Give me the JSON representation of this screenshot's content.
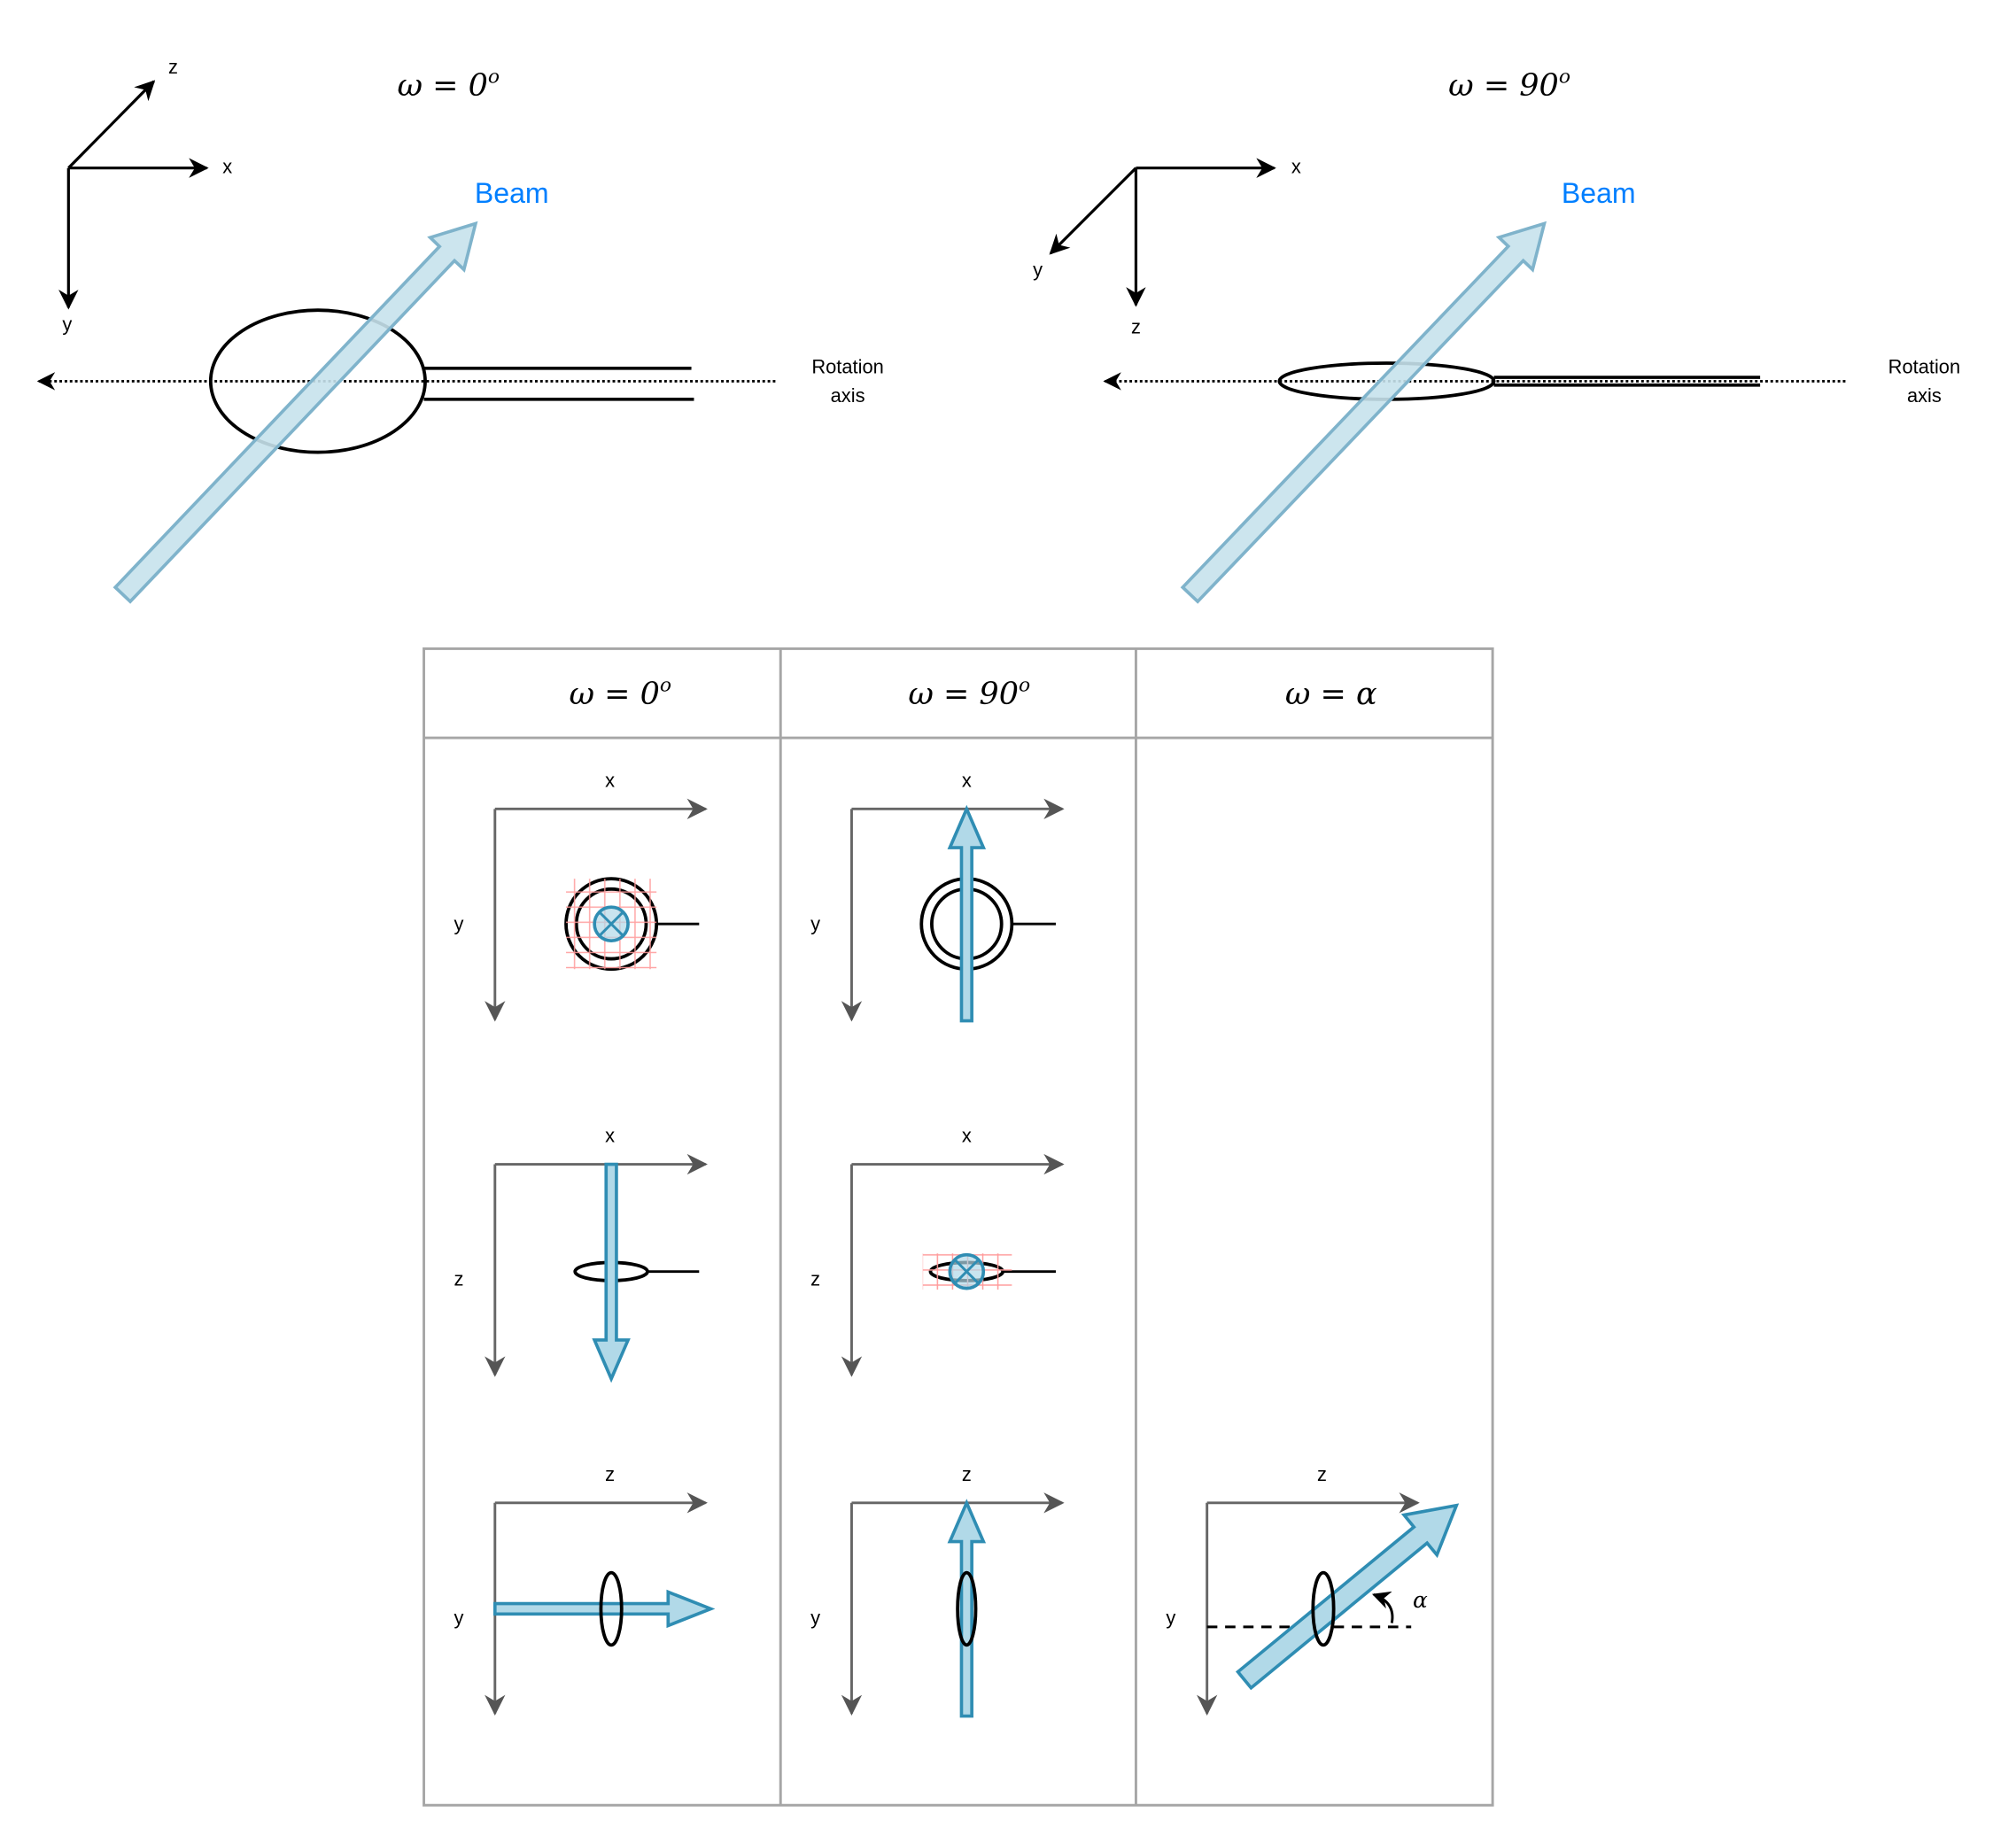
{
  "colors": {
    "beam_fill": "#b1d9e8",
    "beam_stroke": "#2f8db3",
    "beam_fill_light": "#c6e2ec",
    "beam_stroke_light": "#7fb3cb",
    "beam_label": "#007fff",
    "grid": "#ff9a9a",
    "table_border": "#a6a6a6"
  },
  "top_left": {
    "title": {
      "lhs": "ω = 0",
      "sup": "o"
    },
    "axes": {
      "x": "x",
      "y": "y",
      "z": "z"
    },
    "beam_label": "Beam",
    "rotation_axis": [
      "Rotation",
      "axis"
    ]
  },
  "top_right": {
    "title": {
      "lhs": "ω = 90",
      "sup": "o"
    },
    "axes": {
      "x": "x",
      "y": "y",
      "z": "z"
    },
    "beam_label": "Beam",
    "rotation_axis": [
      "Rotation",
      "axis"
    ]
  },
  "table": {
    "headers": [
      {
        "lhs": "ω = 0",
        "sup": "o"
      },
      {
        "lhs": "ω = 90",
        "sup": "o"
      },
      {
        "lhs": "ω = α",
        "sup": ""
      }
    ],
    "cells": {
      "c1r1": {
        "h": "x",
        "v": "y"
      },
      "c1r2": {
        "h": "x",
        "v": "z"
      },
      "c1r3": {
        "h": "z",
        "v": "y"
      },
      "c2r1": {
        "h": "x",
        "v": "y"
      },
      "c2r2": {
        "h": "x",
        "v": "z"
      },
      "c2r3": {
        "h": "z",
        "v": "y"
      },
      "c3r3": {
        "h": "z",
        "v": "y",
        "angle": "α"
      }
    }
  }
}
